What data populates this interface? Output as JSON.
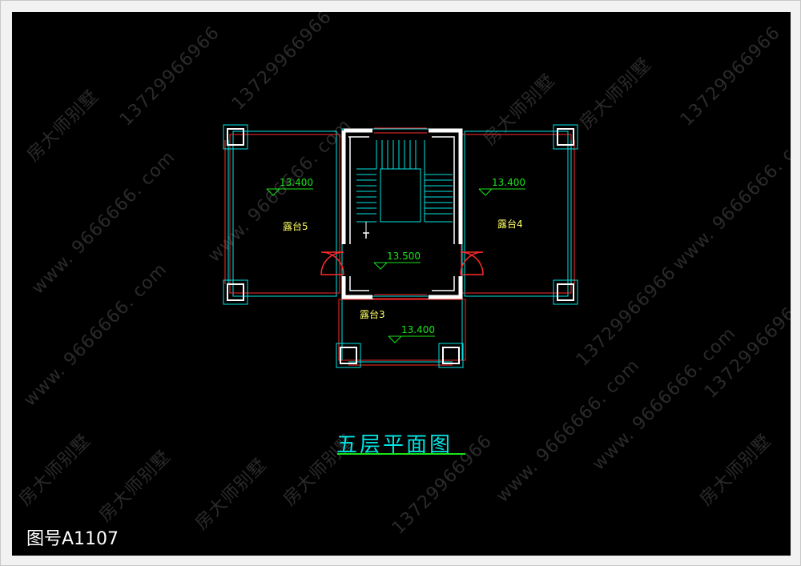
{
  "title": "五层平面图",
  "drawing_number": "图号A1107",
  "watermarks": [
    "房大师别墅",
    "13729966966",
    "www. 9666666. com"
  ],
  "elevations": {
    "terrace5": "13.400",
    "terrace4": "13.400",
    "stair_hall": "13.500",
    "terrace3": "13.400"
  },
  "rooms": {
    "terrace5": "露台5",
    "terrace4": "露台4",
    "terrace3": "露台3"
  },
  "colors": {
    "background": "#000000",
    "wall": "#ffffff",
    "red_line": "#ff2a2a",
    "cyan_line": "#00e5e5",
    "green": "#19e619",
    "yellow": "#ffff66"
  }
}
